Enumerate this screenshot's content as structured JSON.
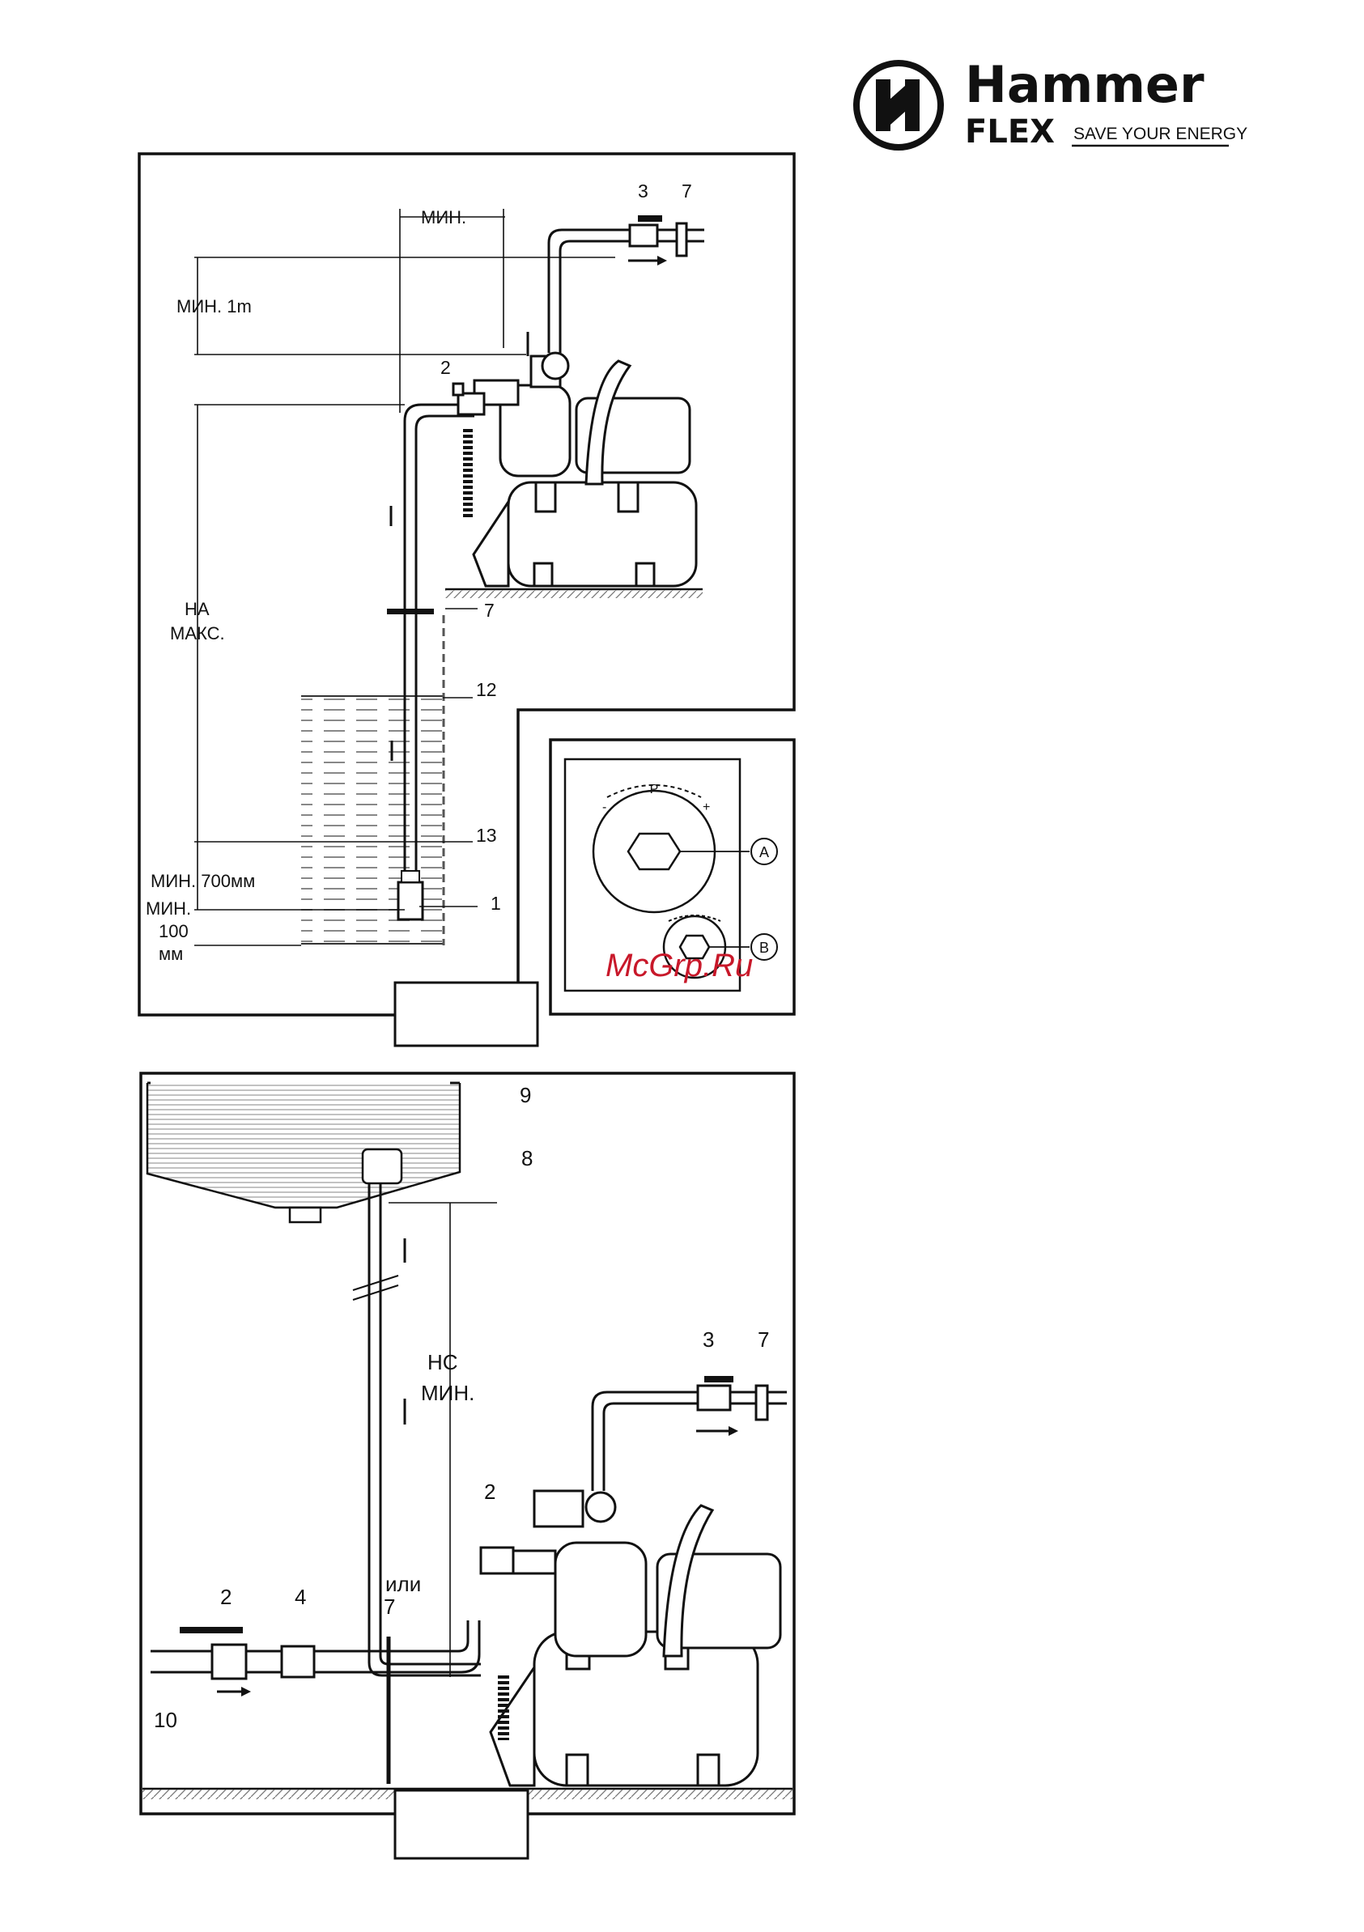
{
  "brand": {
    "name": "Hammer",
    "sub": "FLEX",
    "tagline": "SAVE YOUR ENERGY",
    "colors": {
      "ink": "#111111"
    }
  },
  "figure1": {
    "labels": {
      "min_top": "МИН.",
      "min_1m": "МИН. 1m",
      "ha": "НА",
      "max": "МАКС.",
      "min_700": "МИН. 700мм",
      "min_small": "МИН.",
      "v100": "100",
      "mm": "мм"
    },
    "callouts": {
      "c3": "3",
      "c7_top": "7",
      "c2": "2",
      "c7_side": "7",
      "c12": "12",
      "c13": "13",
      "c1": "1"
    },
    "figure_number": ""
  },
  "inset": {
    "labels": {
      "p": "P",
      "a": "A",
      "b": "B",
      "minus": "-",
      "plus": "+"
    }
  },
  "watermark": {
    "text": "McGrp.Ru",
    "color": "#c8182a"
  },
  "figure2": {
    "labels": {
      "hc": "НС",
      "min": "МИН.",
      "ili": "или"
    },
    "callouts": {
      "c9": "9",
      "c8": "8",
      "c3": "3",
      "c7_top": "7",
      "c2_pump": "2",
      "c2_left": "2",
      "c4": "4",
      "c7_low": "7",
      "c10": "10"
    },
    "figure_number": ""
  }
}
